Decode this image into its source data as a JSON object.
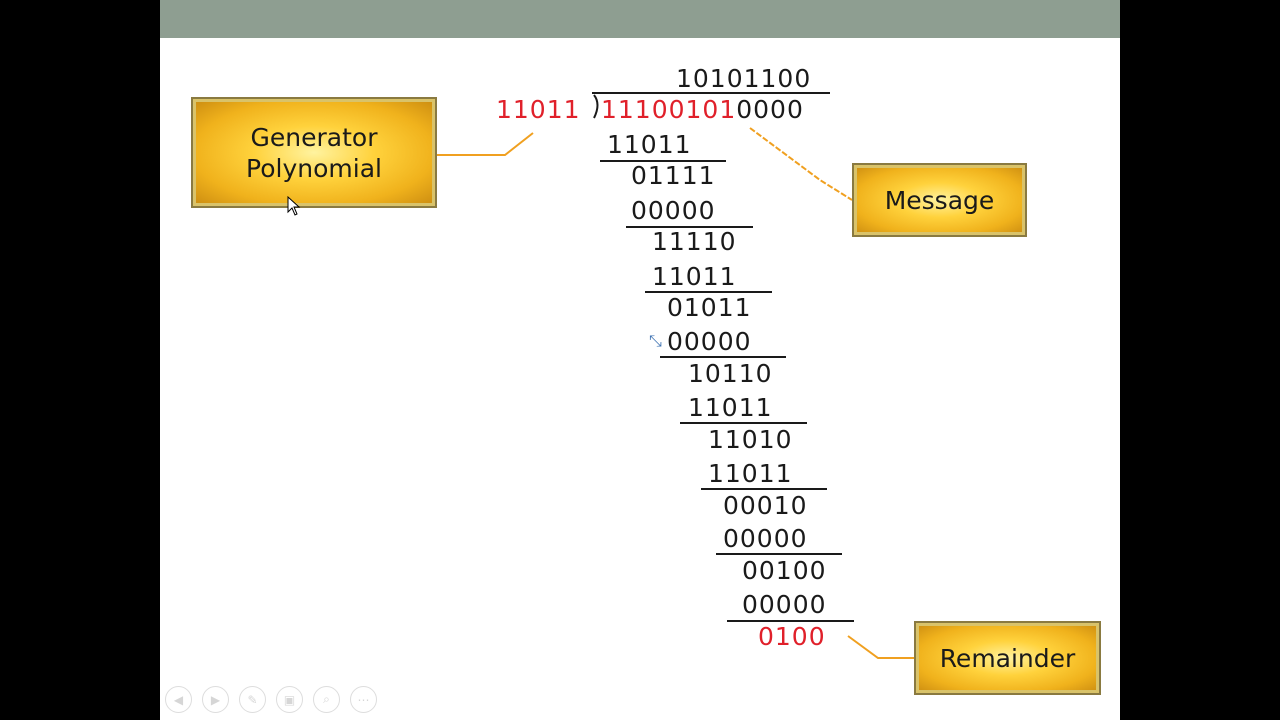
{
  "labels": {
    "generator": [
      "Generator",
      "Polynomial"
    ],
    "message": "Message",
    "remainder": "Remainder"
  },
  "division": {
    "quotient": "10101100",
    "divisor": "11011",
    "dividend_message": "11100101",
    "dividend_padding": "0000",
    "steps": [
      "11011",
      "01111",
      "00000",
      "11110",
      "11011",
      "01011",
      "00000",
      "10110",
      "11011",
      "11010",
      "11011",
      "00010",
      "00000",
      "00100",
      "00000"
    ],
    "remainder": "0100"
  },
  "navigation": {
    "icons": [
      "previous-icon",
      "next-icon",
      "pen-icon",
      "slides-icon",
      "zoom-icon",
      "more-icon"
    ]
  },
  "colors": {
    "highlight": "#e0202a",
    "box_fill": "#f0b21c",
    "top_bar": "#8e9e91",
    "connector": "#f0a020"
  }
}
